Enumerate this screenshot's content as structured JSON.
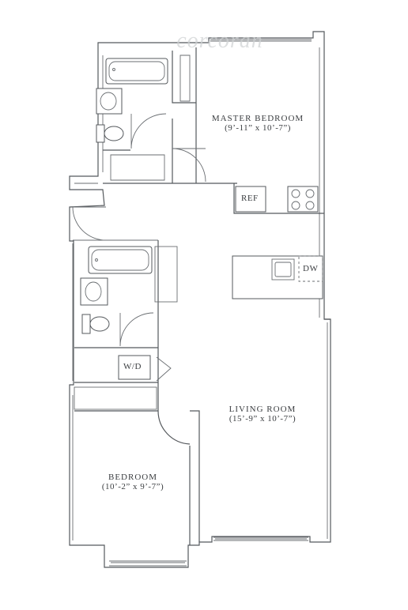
{
  "watermark": "corcoran",
  "rooms": {
    "master_bedroom": {
      "name": "MASTER BEDROOM",
      "dims": "(9’-11” x 10’-7”)"
    },
    "living_room": {
      "name": "LIVING ROOM",
      "dims": "(15’-9” x 10’-7”)"
    },
    "bedroom": {
      "name": "BEDROOM",
      "dims": "(10’-2” x 9’-7”)"
    }
  },
  "fixtures": {
    "ref": "REF",
    "dw": "DW",
    "wd": "W/D"
  },
  "colors": {
    "wall": "#55595d",
    "text": "#3a3d40",
    "watermark": "#cfd2d4"
  }
}
